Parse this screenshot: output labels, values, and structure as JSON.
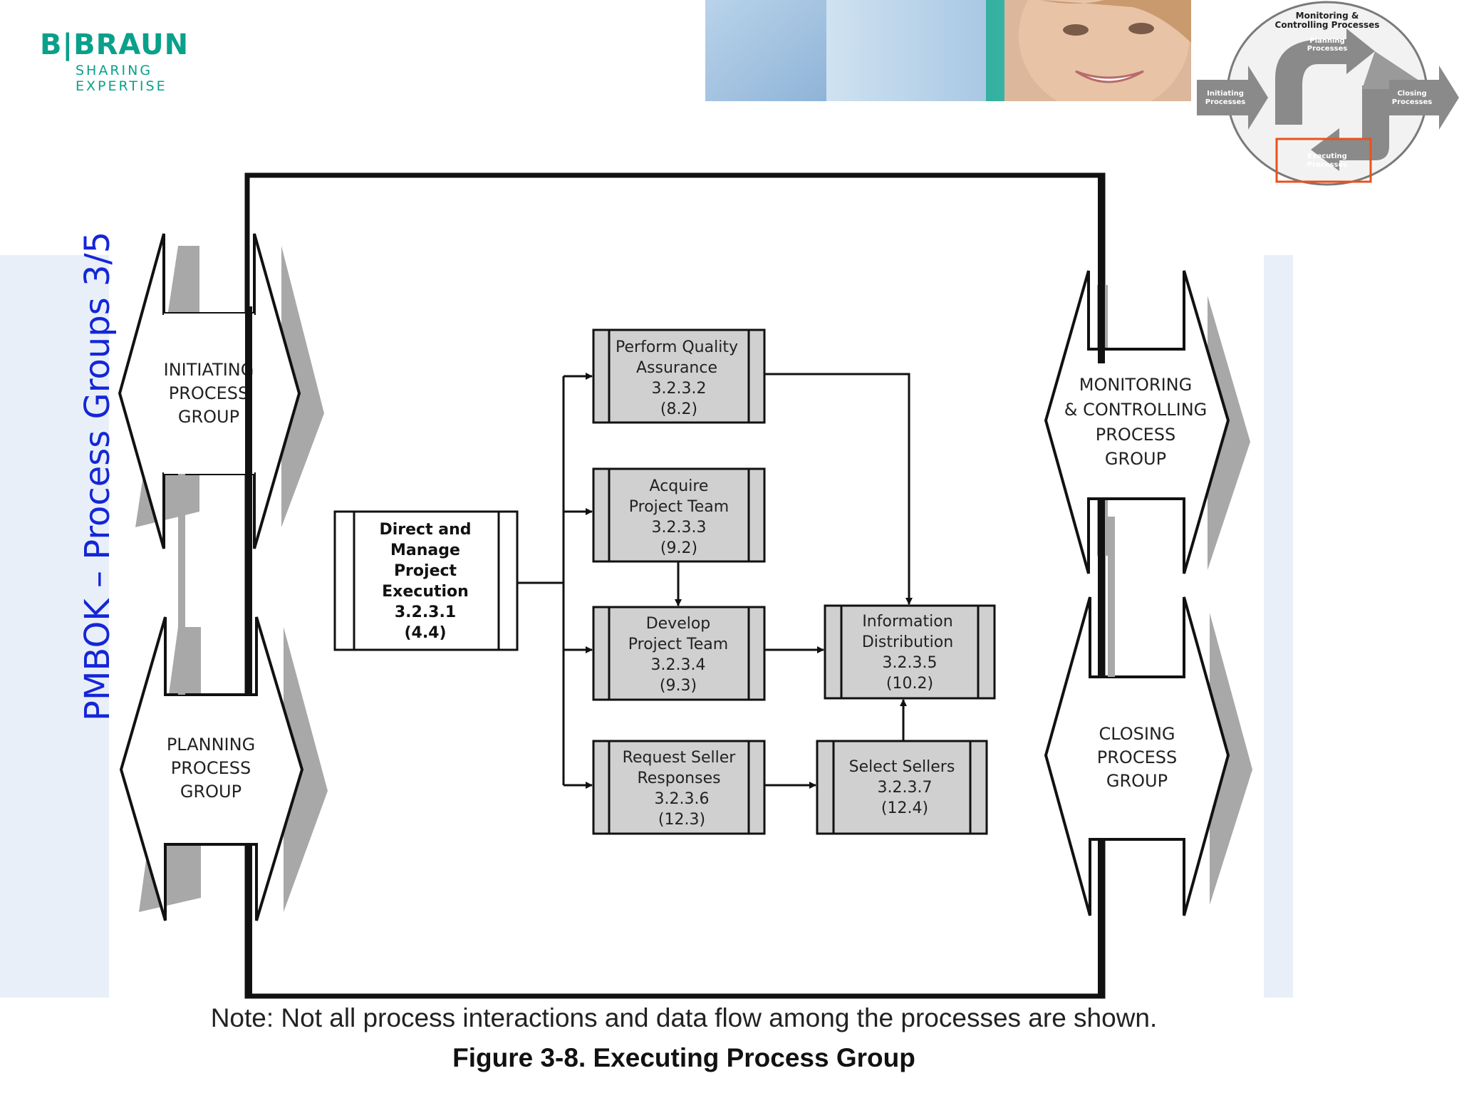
{
  "slide": {
    "title": "PMBOK – Process Groups 3/5",
    "note": "Note: Not all process interactions and data flow among the processes are shown.",
    "caption": "Figure 3-8. Executing Process Group"
  },
  "logo": {
    "brand": "B|BRAUN",
    "tagline": "SHARING EXPERTISE"
  },
  "process_groups": {
    "initiating": [
      "INITIATING",
      "PROCESS",
      "GROUP"
    ],
    "planning": [
      "PLANNING",
      "PROCESS",
      "GROUP"
    ],
    "monitoring": [
      "MONITORING",
      "& CONTROLLING",
      "PROCESS",
      "GROUP"
    ],
    "closing": [
      "CLOSING",
      "PROCESS",
      "GROUP"
    ]
  },
  "processes": {
    "direct_manage": [
      "Direct and",
      "Manage",
      "Project",
      "Execution",
      "3.2.3.1",
      "(4.4)"
    ],
    "quality_assurance": [
      "Perform Quality",
      "Assurance",
      "3.2.3.2",
      "(8.2)"
    ],
    "acquire_team": [
      "Acquire",
      "Project Team",
      "3.2.3.3",
      "(9.2)"
    ],
    "develop_team": [
      "Develop",
      "Project Team",
      "3.2.3.4",
      "(9.3)"
    ],
    "information_distribution": [
      "Information",
      "Distribution",
      "3.2.3.5",
      "(10.2)"
    ],
    "request_seller": [
      "Request Seller",
      "Responses",
      "3.2.3.6",
      "(12.3)"
    ],
    "select_sellers": [
      "Select Sellers",
      "3.2.3.7",
      "(12.4)"
    ]
  },
  "mini_diagram": {
    "monitoring": [
      "Monitoring &",
      "Controlling Processes"
    ],
    "planning": [
      "Planning",
      "Processes"
    ],
    "initiating": [
      "Initiating",
      "Processes"
    ],
    "closing": [
      "Closing",
      "Processes"
    ],
    "executing": [
      "Executing",
      "Processes"
    ],
    "highlight_color": "#e8521e"
  }
}
